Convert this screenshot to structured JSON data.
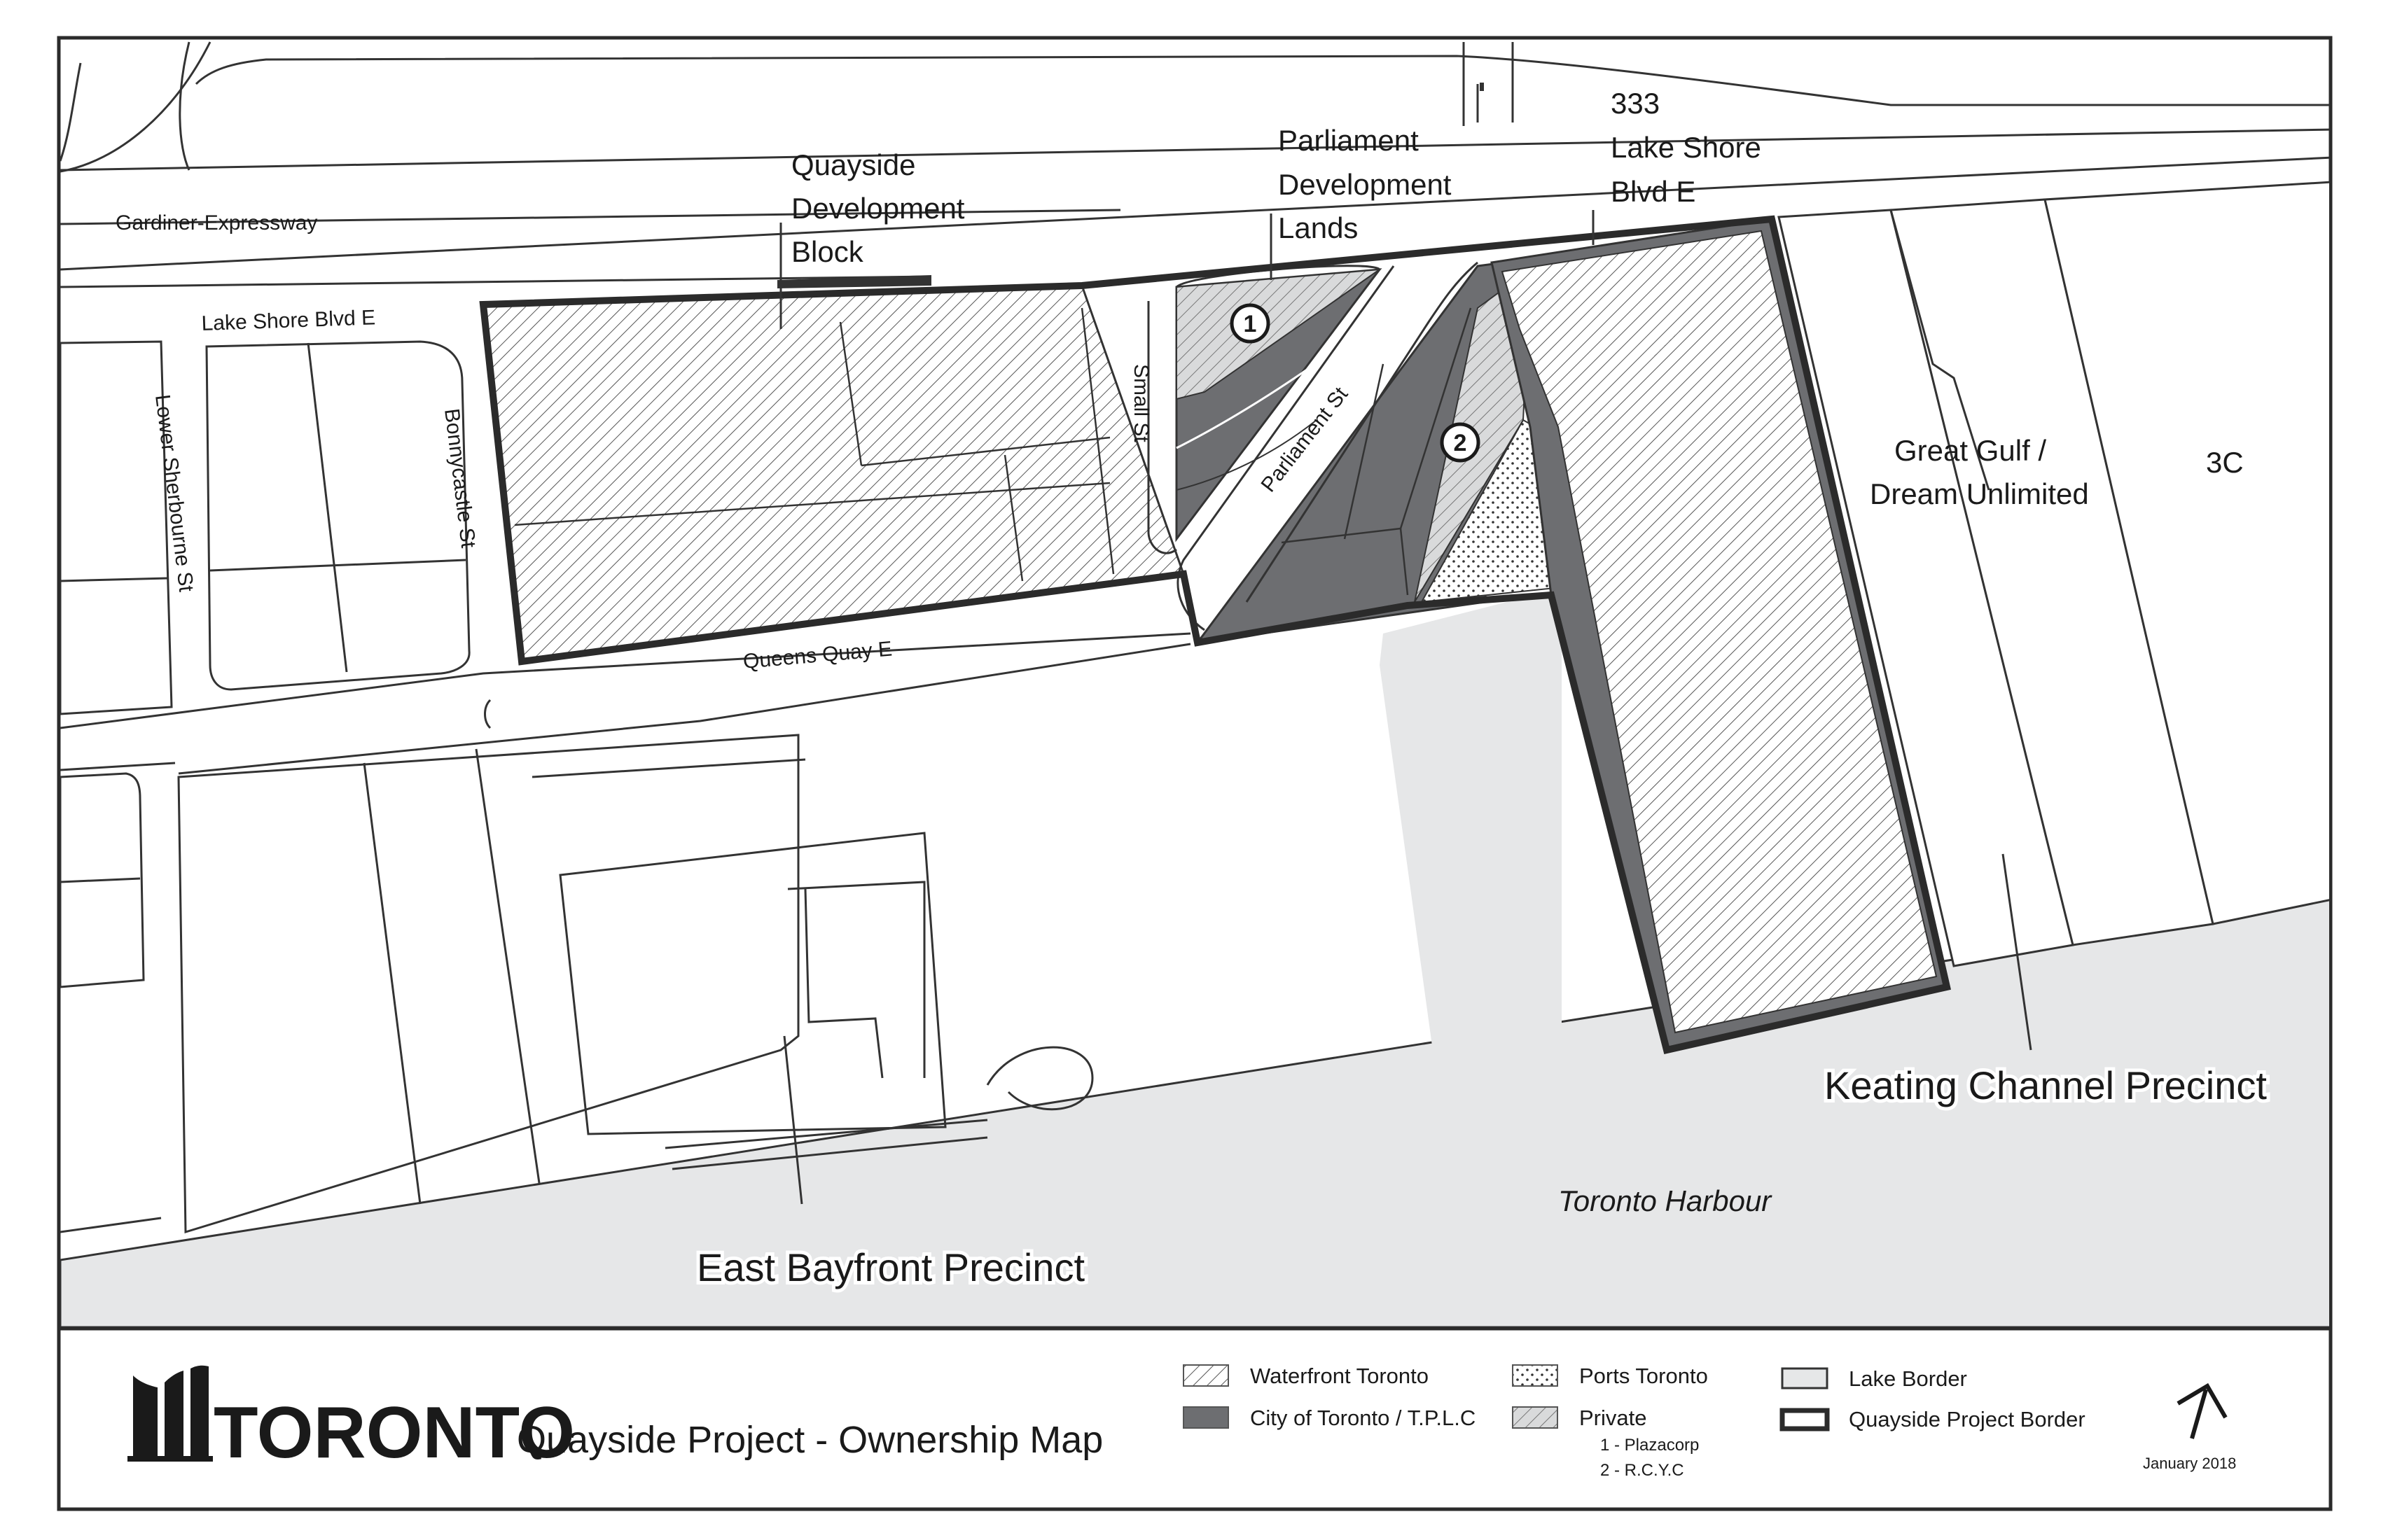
{
  "map": {
    "labels": {
      "quayside_block": [
        "Quayside",
        "Development",
        "Block"
      ],
      "parliament_lands": [
        "Parliament",
        "Development",
        "Lands"
      ],
      "lake_shore_333": [
        "333",
        "Lake Shore",
        "Blvd E"
      ],
      "great_gulf": [
        "Great Gulf /",
        "Dream Unlimited"
      ],
      "parcel_3c": "3C",
      "toronto_harbour": "Toronto Harbour",
      "marker_1": "1",
      "marker_2": "2"
    },
    "streets": {
      "gardiner": "Gardiner-Expressway",
      "lake_shore": "Lake Shore Blvd E",
      "lower_sherbourne": "Lower Sherbourne St",
      "bonnycastle": "Bonnycastle St",
      "small": "Small St",
      "parliament": "Parliament St",
      "queens_quay": "Queens Quay E"
    },
    "precincts": {
      "keating": "Keating Channel Precinct",
      "east_bayfront": "East Bayfront Precinct"
    },
    "north_arrow_icon": "north-arrow-icon",
    "colors": {
      "city_of_toronto": "#6d6e71",
      "lake": "#e6e7e8",
      "border": "#2b2b2b"
    }
  },
  "footer": {
    "logo_text": "TORONTO",
    "logo_icon": "city-hall-icon",
    "title": "Quayside Project - Ownership Map",
    "date": "January 2018",
    "legend": {
      "waterfront_toronto": "Waterfront Toronto",
      "city_of_toronto": "City of Toronto / T.P.L.C",
      "ports_toronto": "Ports Toronto",
      "private": "Private",
      "private_1": "1 - Plazacorp",
      "private_2": "2 - R.C.Y.C",
      "lake_border": "Lake Border",
      "project_border": "Quayside Project Border"
    }
  }
}
